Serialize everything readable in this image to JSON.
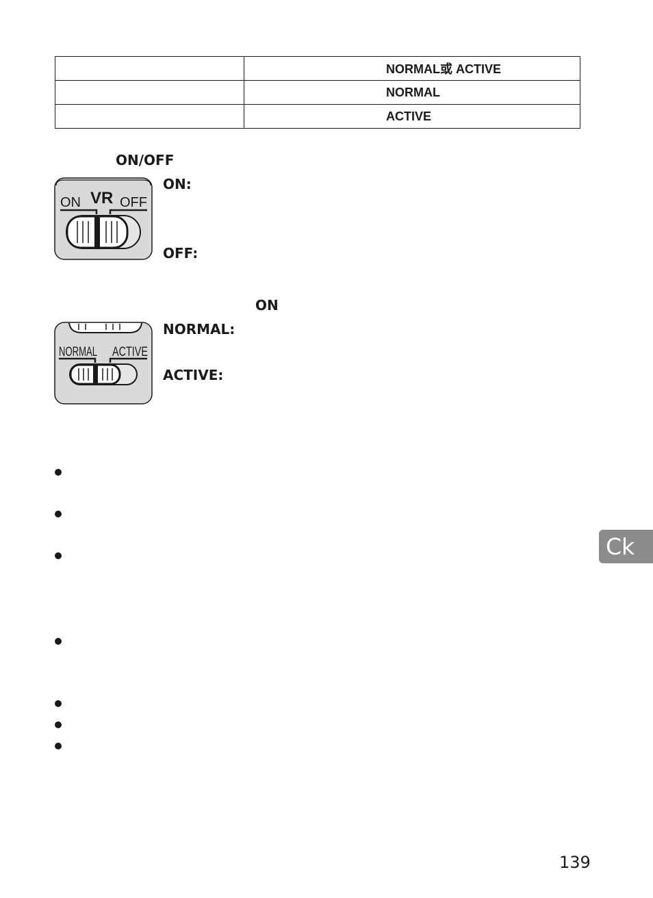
{
  "table": {
    "rows": [
      {
        "col1": "",
        "col2": "NORMAL或 ACTIVE"
      },
      {
        "col1": "",
        "col2": "NORMAL"
      },
      {
        "col1": "",
        "col2": "ACTIVE"
      }
    ]
  },
  "vr_onoff": {
    "heading": "ON/OFF",
    "switch": {
      "left": "ON",
      "center": "VR",
      "right": "OFF"
    },
    "on_label": "ON:",
    "off_label": "OFF:"
  },
  "mode": {
    "heading": "ON",
    "switch": {
      "left": "NORMAL",
      "right": "ACTIVE"
    },
    "normal_label": "NORMAL:",
    "active_label": "ACTIVE:"
  },
  "side_tab": "Ck",
  "page_number": "139",
  "colors": {
    "text": "#1a1a1a",
    "switch_fill": "#d9d9d9",
    "tab": "#8c8c8c"
  }
}
